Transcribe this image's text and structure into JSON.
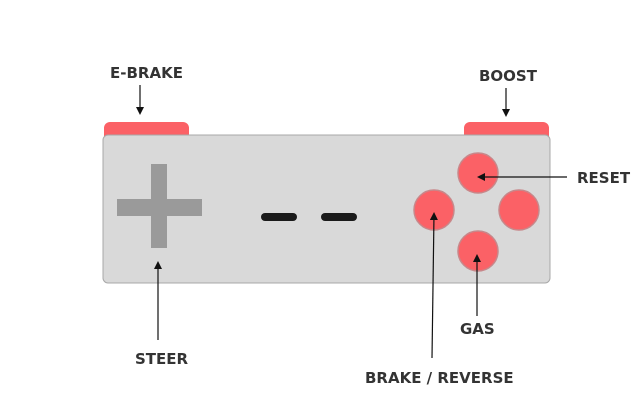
{
  "labels": {
    "ebrake": "E-BRAKE",
    "boost": "BOOST",
    "reset": "RESET",
    "steer": "STEER",
    "gas": "GAS",
    "brake_reverse": "BRAKE / REVERSE"
  },
  "colors": {
    "body": "#d9d9d9",
    "body_stroke": "#a8a8a8",
    "dpad": "#9a9a9a",
    "button": "#fb6166",
    "button_stroke": "#c8878a",
    "bumper": "#fb6166",
    "center_dash": "#1a1a1a",
    "text": "#333333",
    "arrow": "#111111"
  }
}
